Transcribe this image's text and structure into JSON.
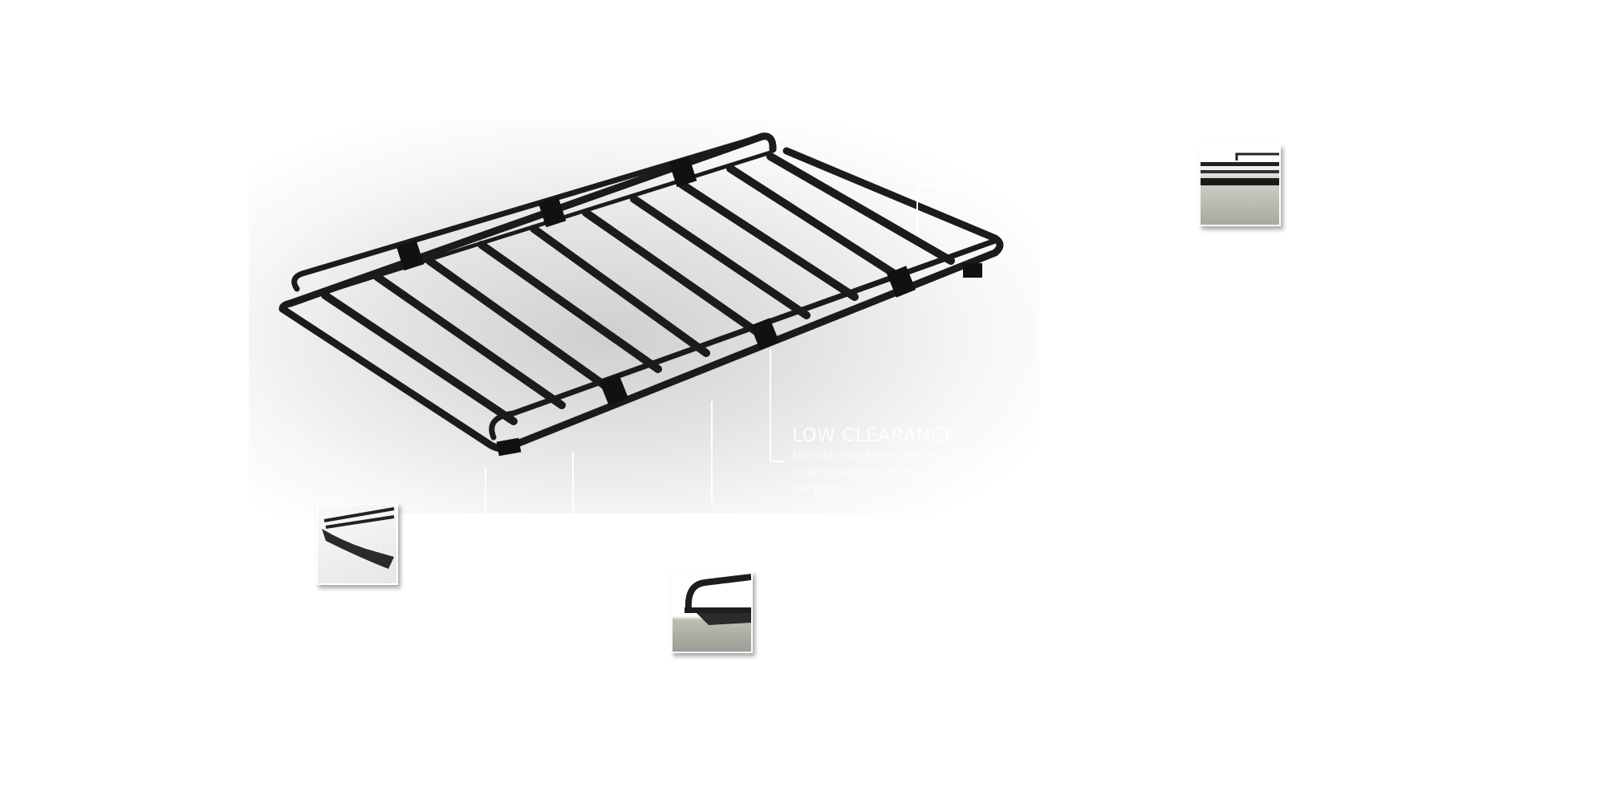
{
  "feature": {
    "title": "LOW CLEARANCE",
    "description": "Manufactured with minimal roof clearance to offer superior access in underground car parks"
  },
  "thumbnails": [
    {
      "name": "rack-end-fairing"
    },
    {
      "name": "rack-foot-mount"
    },
    {
      "name": "rack-side-rail"
    }
  ],
  "colors": {
    "rack": "#1a1a1a",
    "background": "#ffffff"
  }
}
